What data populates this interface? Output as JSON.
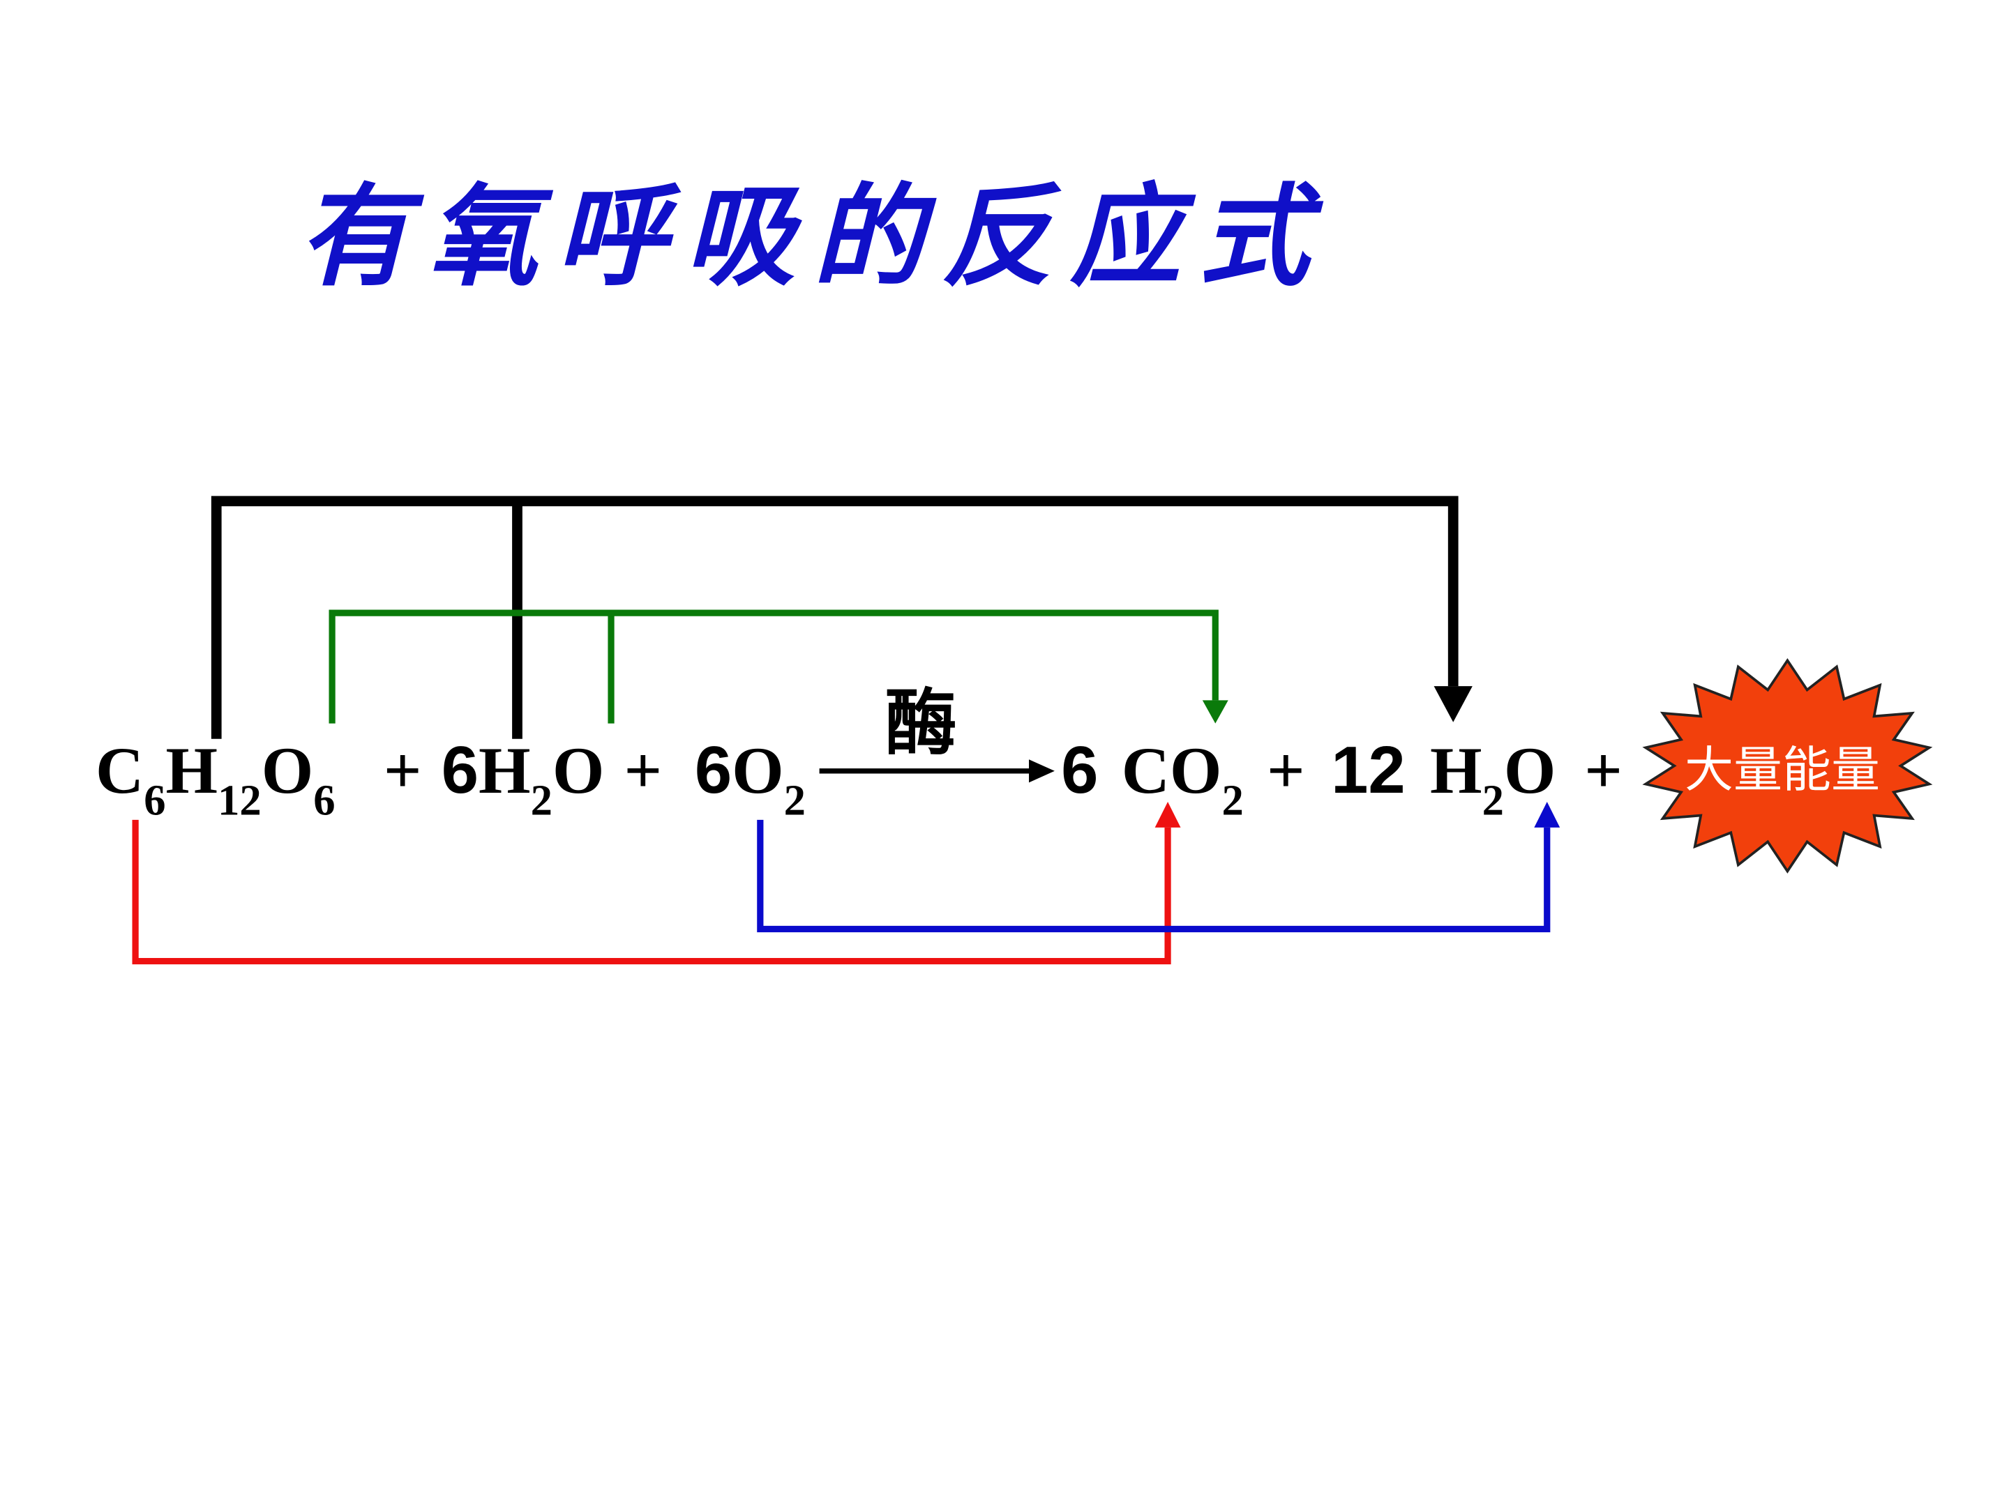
{
  "title": "有氧呼吸的反应式",
  "equation": {
    "reactant_glucose": {
      "c": "C",
      "c_sub": "6",
      "h": "H",
      "h_sub": "12",
      "o": "O",
      "o_sub": "6"
    },
    "plus_1": "+",
    "reactant_water": {
      "coef": "6",
      "h": "H",
      "h_sub": "2",
      "o": "O"
    },
    "plus_2": "+",
    "reactant_oxygen": {
      "coef": "6",
      "o": "O",
      "o_sub": "2"
    },
    "enzyme_label": "酶",
    "product_co2": {
      "coef": "6",
      "formula": "CO",
      "sub": "2"
    },
    "plus_3": "+",
    "product_water": {
      "coef": "12",
      "h": "H",
      "h_sub": "2",
      "o": "O"
    },
    "plus_4": "+",
    "energy_label": "大量能量"
  },
  "colors": {
    "title": "#1010c8",
    "black_tracer": "#000000",
    "green_tracer": "#0a7a0a",
    "red_tracer": "#ee1111",
    "blue_tracer": "#0a0acc",
    "burst_fill": "#f2400c",
    "burst_stroke": "#222222"
  }
}
